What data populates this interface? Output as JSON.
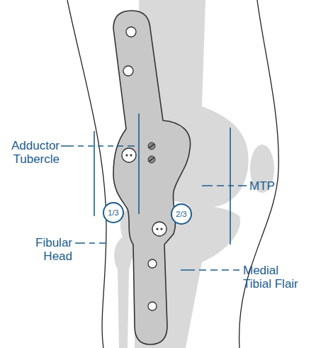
{
  "diagram": {
    "nodes": [
      {
        "text": [
          "1/3"
        ]
      },
      {
        "text": [
          "2/3"
        ]
      }
    ],
    "labels": [
      "Adductor Tubercle",
      "MTP",
      "Fibular Head",
      "Medial Tibial Flair"
    ]
  }
}
